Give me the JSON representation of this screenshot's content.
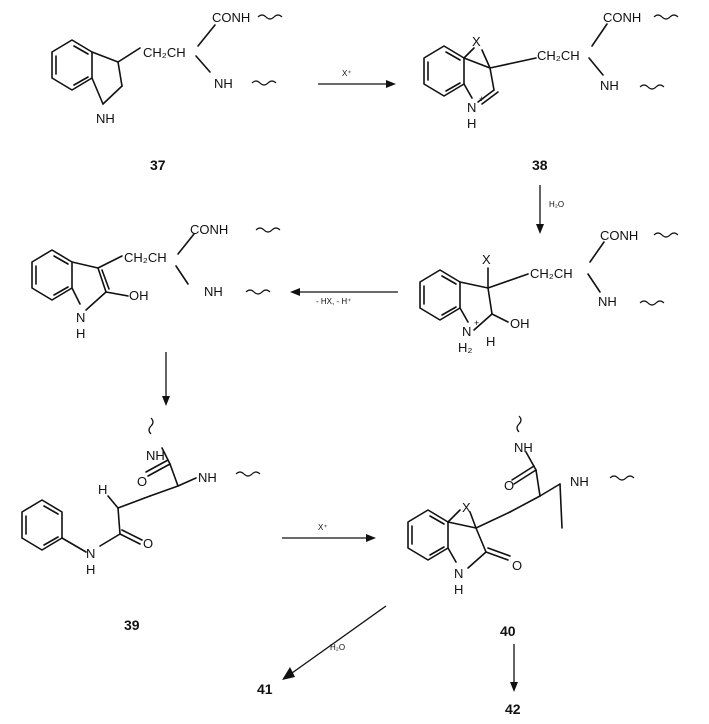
{
  "compounds": {
    "c37": {
      "number": "37"
    },
    "c38": {
      "number": "38"
    },
    "c39": {
      "number": "39"
    },
    "c40": {
      "number": "40"
    },
    "c41": {
      "number": "41"
    },
    "c42": {
      "number": "42"
    }
  },
  "labels": {
    "conh": "CONH",
    "nh": "NH",
    "ch2ch": "CH₂CH",
    "h": "H",
    "n": "N",
    "x": "X",
    "oh": "OH",
    "o": "O",
    "nh_plus": "N",
    "plus": "+",
    "h2": "H₂"
  },
  "reagents": {
    "r1": "X⁺",
    "r2": "H₂O",
    "r3": "- HX, - H⁺",
    "r4": "X⁺",
    "r5": "H₂O"
  }
}
